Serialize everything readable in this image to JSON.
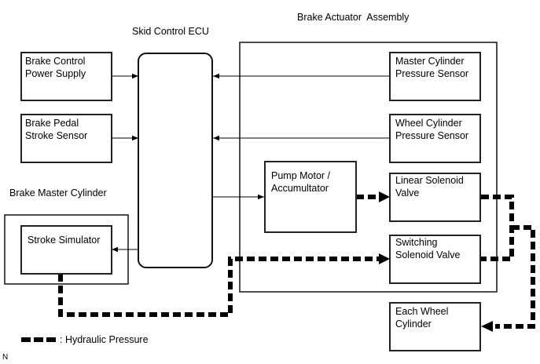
{
  "diagram": {
    "group_labels": {
      "skid_control_ecu": "Skid Control ECU",
      "brake_actuator_assembly": "Brake Actuator  Assembly",
      "brake_master_cylinder": "Brake Master Cylinder"
    },
    "components": {
      "brake_control_power_supply": "Brake Control\nPower Supply",
      "brake_pedal_stroke_sensor": "Brake Pedal\nStroke Sensor",
      "stroke_simulator": "Stroke Simulator",
      "master_cylinder_pressure_sensor": "Master Cylinder\nPressure Sensor",
      "wheel_cylinder_pressure_sensor": "Wheel Cylinder\nPressure Sensor",
      "pump_motor_accumulator": "Pump Motor /\nAccumultator",
      "linear_solenoid_valve": "Linear Solenoid\nValve",
      "switching_solenoid_valve": "Switching\nSolenoid Valve",
      "each_wheel_cylinder": "Each Wheel\nCylinder"
    },
    "connections": [
      {
        "from": "Brake Control Power Supply",
        "to": "Skid Control ECU",
        "type": "signal"
      },
      {
        "from": "Brake Pedal Stroke Sensor",
        "to": "Skid Control ECU",
        "type": "signal"
      },
      {
        "from": "Master Cylinder Pressure Sensor",
        "to": "Skid Control ECU",
        "type": "signal"
      },
      {
        "from": "Wheel Cylinder Pressure Sensor",
        "to": "Skid Control ECU",
        "type": "signal"
      },
      {
        "from": "Skid Control ECU",
        "to": "Pump Motor / Accumultator",
        "type": "signal"
      },
      {
        "from": "Skid Control ECU",
        "to": "Stroke Simulator",
        "type": "signal"
      },
      {
        "from": "Pump Motor / Accumultator",
        "to": "Linear Solenoid Valve",
        "type": "hydraulic"
      },
      {
        "from": "Stroke Simulator",
        "to": "Switching Solenoid Valve",
        "type": "hydraulic"
      },
      {
        "from": "Linear Solenoid Valve",
        "to": "Each Wheel Cylinder",
        "type": "hydraulic"
      },
      {
        "from": "Switching Solenoid Valve",
        "to": "Each Wheel Cylinder",
        "type": "hydraulic"
      }
    ],
    "legend": {
      "hydraulic_pressure": ": Hydraulic Pressure"
    },
    "corner_mark": "N"
  }
}
